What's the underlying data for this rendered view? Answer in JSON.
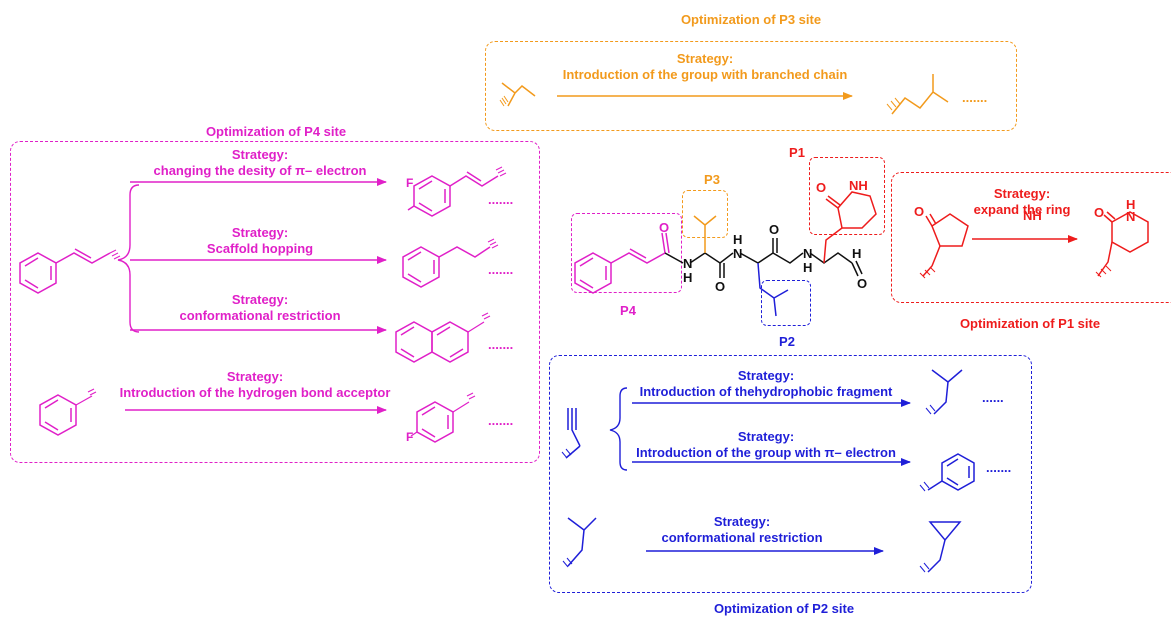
{
  "colors": {
    "p1": "#ee1c1c",
    "p2": "#1f1fd8",
    "p3": "#f29a1c",
    "p4": "#e020c8",
    "core": "#111111"
  },
  "p3": {
    "title": "Optimization of P3 site",
    "strategy_label": "Strategy:",
    "strategy": "Introduction of the  group with branched chain",
    "ellipsis": "......."
  },
  "p4": {
    "title": "Optimization of P4 site",
    "strategies": [
      {
        "label": "Strategy:",
        "text": "changing the desity of π– electron",
        "ellipsis": "......."
      },
      {
        "label": "Strategy:",
        "text": "Scaffold hopping",
        "ellipsis": "......."
      },
      {
        "label": "Strategy:",
        "text": "conformational restriction",
        "ellipsis": "......."
      },
      {
        "label": "Strategy:",
        "text": "Introduction of the hydrogen bond acceptor",
        "ellipsis": "......."
      }
    ],
    "atom_F": "F"
  },
  "p1": {
    "title": "Optimization of P1 site",
    "strategy_label": "Strategy:",
    "strategy": "expand the ring",
    "atoms": {
      "O": "O",
      "NH": "NH",
      "H": "H",
      "N": "N"
    }
  },
  "p2": {
    "title": "Optimization of P2 site",
    "strategies": [
      {
        "label": "Strategy:",
        "text": "Introduction of thehydrophobic fragment",
        "ellipsis": "......"
      },
      {
        "label": "Strategy:",
        "text": "Introduction of the group with π– electron",
        "ellipsis": "......."
      },
      {
        "label": "Strategy:",
        "text": "conformational restriction",
        "ellipsis": ""
      }
    ]
  },
  "center": {
    "site_labels": {
      "P1": "P1",
      "P2": "P2",
      "P3": "P3",
      "P4": "P4"
    },
    "atoms": {
      "O": "O",
      "N": "N",
      "H": "H",
      "NH": "NH"
    }
  }
}
